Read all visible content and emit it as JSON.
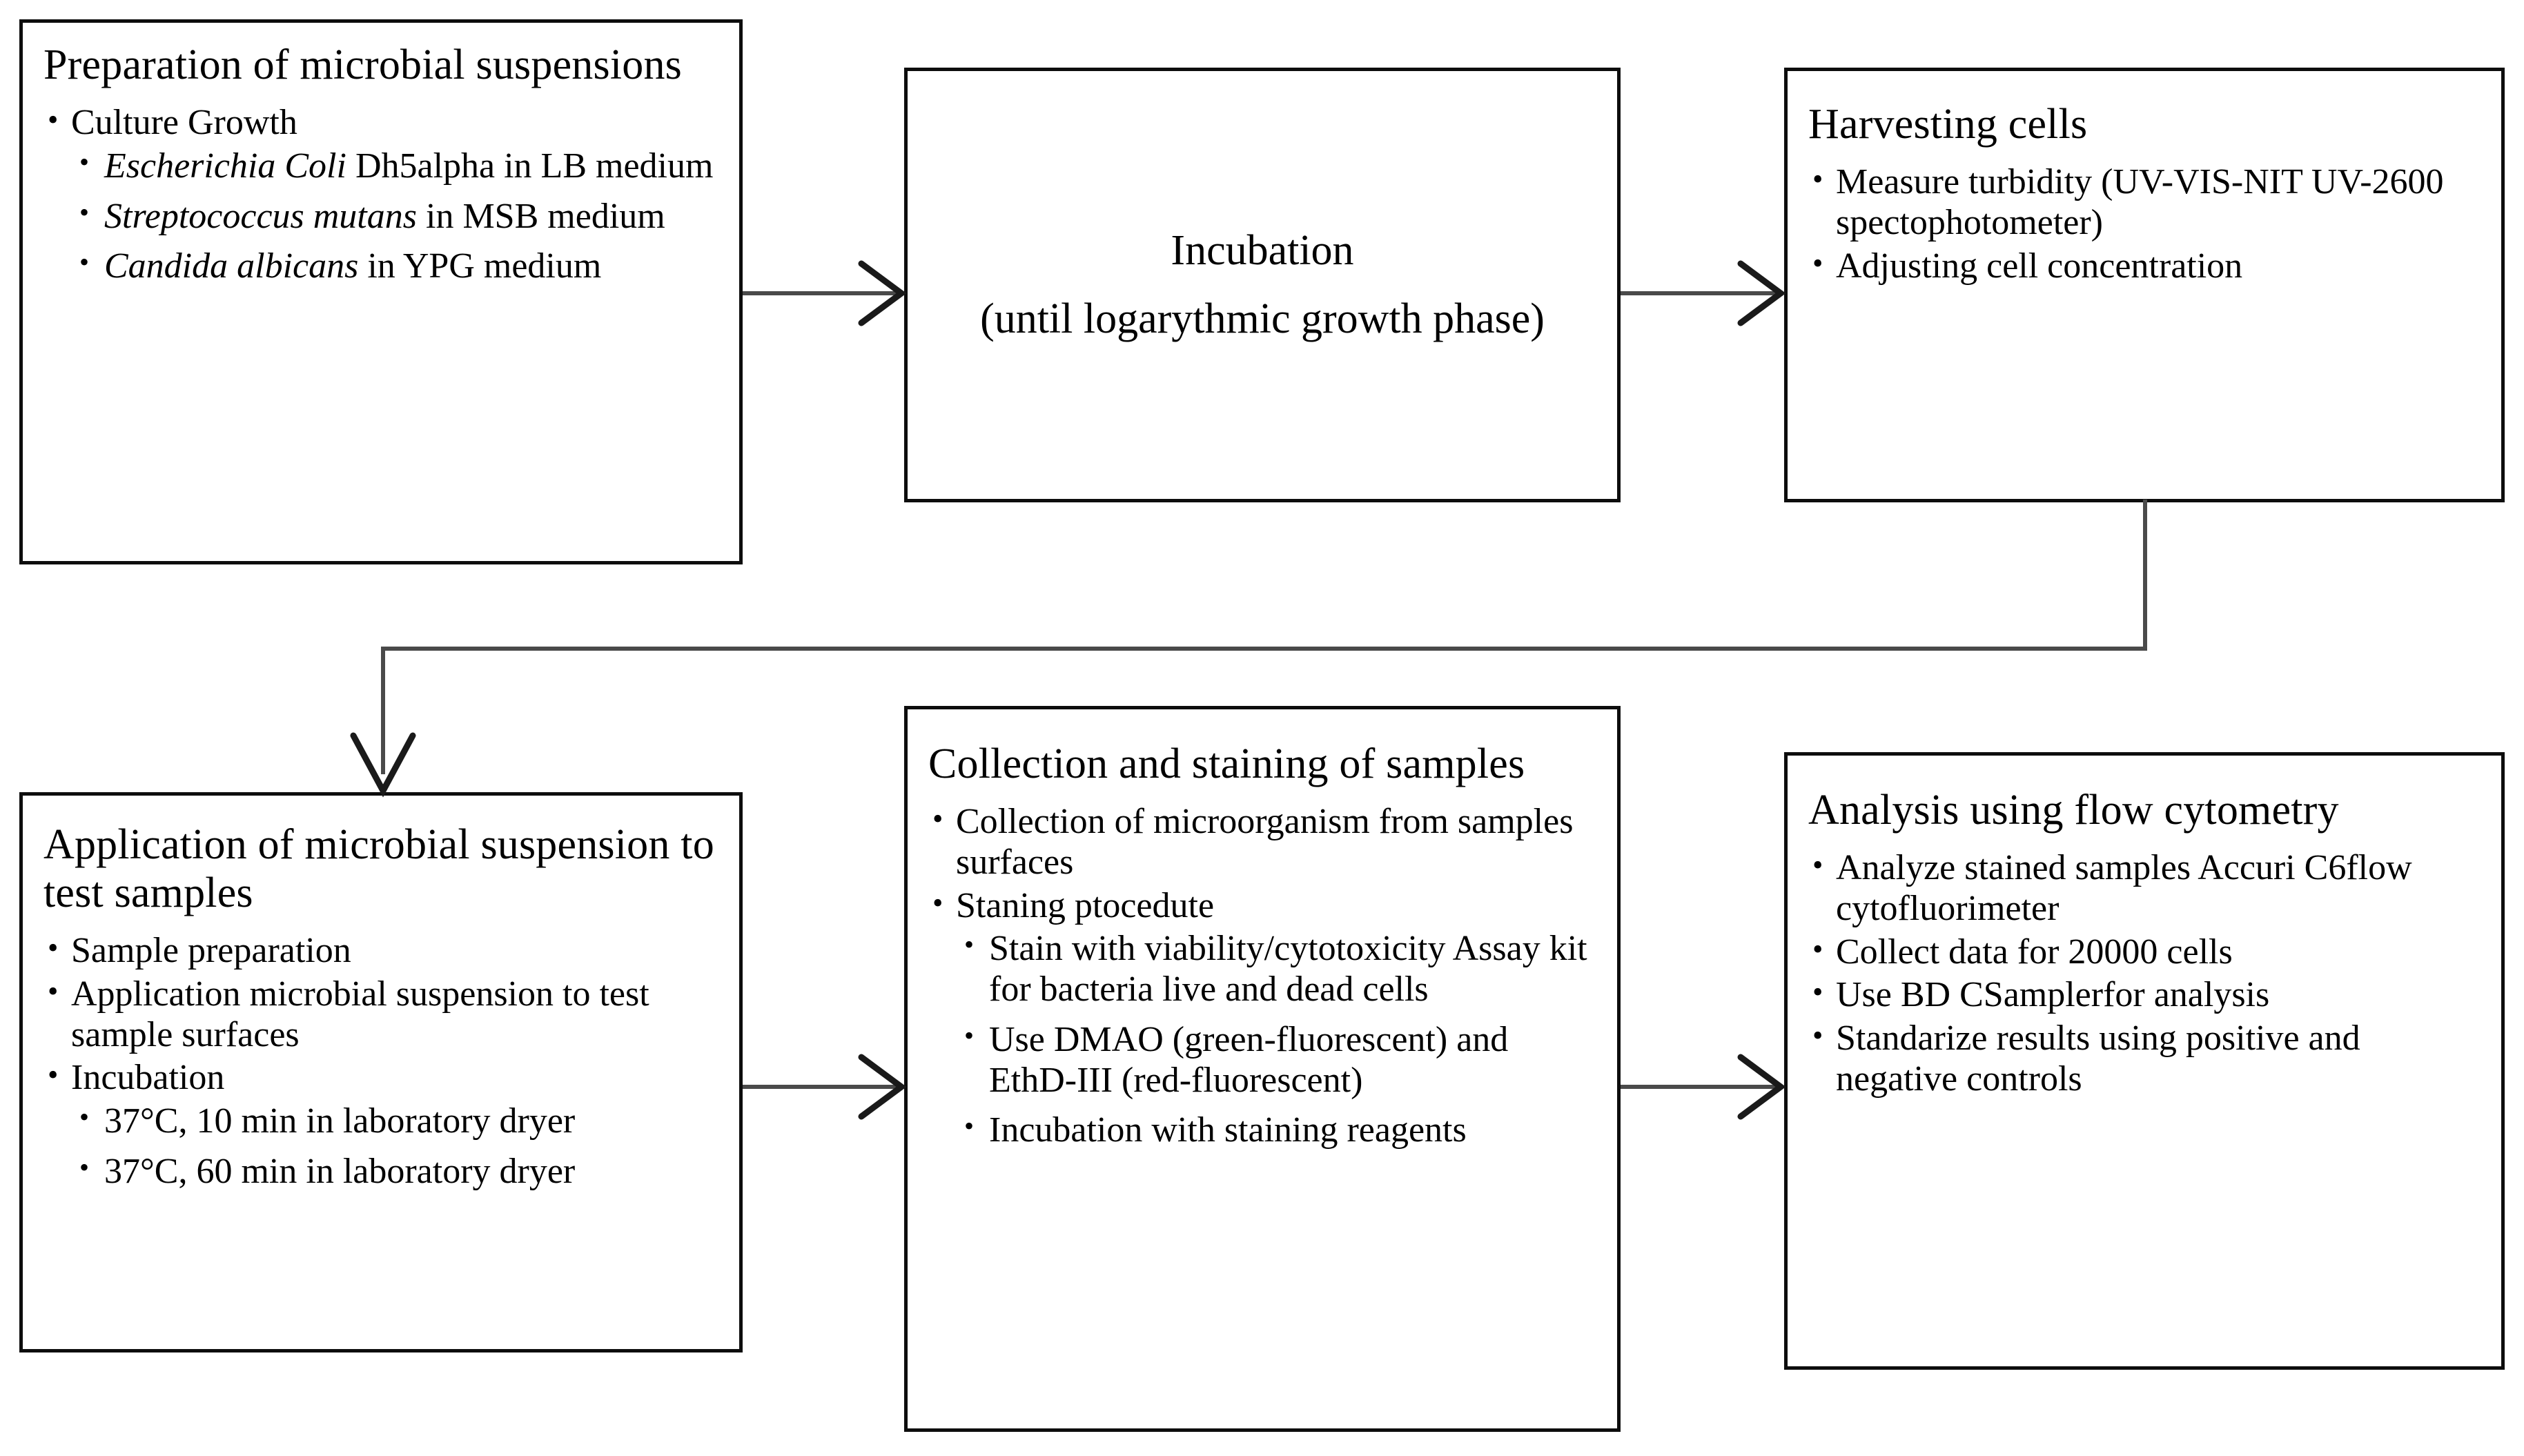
{
  "diagram": {
    "type": "flowchart",
    "orientation": "left-to-right, two rows, serpentine",
    "line_color": "#3a3a3a",
    "box_border_color": "#0d0d0d",
    "background": "#ffffff",
    "nodes": [
      {
        "id": "preparation",
        "title": "Preparation of microbial suspensions",
        "bullets": [
          {
            "level": 1,
            "text": "Culture Growth"
          },
          {
            "level": 2,
            "italic_prefix": "Escherichia Coli",
            "rest": " Dh5alpha in LB medium"
          },
          {
            "level": 2,
            "italic_prefix": "Streptococcus mutans",
            "rest": " in MSB medium"
          },
          {
            "level": 2,
            "italic_prefix": "Candida albicans",
            "rest": " in YPG medium"
          }
        ]
      },
      {
        "id": "incubation",
        "title": "",
        "centered_lines": [
          "Incubation",
          "(until logarythmic growth phase)"
        ]
      },
      {
        "id": "harvesting",
        "title": "Harvesting cells",
        "bullets": [
          {
            "level": 1,
            "text": "Measure turbidity (UV-VIS-NIT UV-2600 spectophotometer)"
          },
          {
            "level": 1,
            "text": "Adjusting cell concentration"
          }
        ]
      },
      {
        "id": "application",
        "title": "Application of microbial suspension to test samples",
        "bullets": [
          {
            "level": 1,
            "text": "Sample preparation"
          },
          {
            "level": 1,
            "text": "Application microbial suspension to test sample surfaces"
          },
          {
            "level": 1,
            "text": "Incubation"
          },
          {
            "level": 2,
            "text": "37°C, 10 min in laboratory dryer"
          },
          {
            "level": 2,
            "text": "37°C, 60 min in laboratory dryer"
          }
        ]
      },
      {
        "id": "collection",
        "title": "Collection and staining of samples",
        "bullets": [
          {
            "level": 1,
            "text": "Collection of microorganism from samples surfaces"
          },
          {
            "level": 1,
            "text": "Staning ptocedute"
          },
          {
            "level": 2,
            "text": "Stain with viability/cytotoxicity Assay kit for bacteria live and dead cells"
          },
          {
            "level": 2,
            "text": "Use DMAO (green-fluorescent) and EthD-III (red-fluorescent)"
          },
          {
            "level": 2,
            "text": "Incubation with staining reagents"
          }
        ]
      },
      {
        "id": "analysis",
        "title": "Analysis using flow cytometry",
        "bullets": [
          {
            "level": 1,
            "text": "Analyze stained samples Accuri C6flow cytofluorimeter"
          },
          {
            "level": 1,
            "text": "Collect data for 20000 cells"
          },
          {
            "level": 1,
            "text": "Use BD CSamplerfor analysis"
          },
          {
            "level": 1,
            "text": "Standarize results using positive and negative controls"
          }
        ]
      }
    ],
    "edges": [
      {
        "from": "preparation",
        "to": "incubation",
        "shape": "straight-right"
      },
      {
        "from": "incubation",
        "to": "harvesting",
        "shape": "straight-right"
      },
      {
        "from": "harvesting",
        "to": "application",
        "shape": "elbow-down-left-down"
      },
      {
        "from": "application",
        "to": "collection",
        "shape": "straight-right"
      },
      {
        "from": "collection",
        "to": "analysis",
        "shape": "straight-right"
      }
    ]
  },
  "boxes": {
    "preparation": {
      "title": "Preparation of microbial suspensions",
      "b0": "Culture Growth",
      "b1_i": "Escherichia Coli",
      "b1_r": " Dh5alpha in LB medium",
      "b2_i": "Streptococcus mutans",
      "b2_r": " in MSB medium",
      "b3_i": "Candida albicans",
      "b3_r": " in YPG medium"
    },
    "incubation": {
      "line1": "Incubation",
      "line2": "(until logarythmic growth phase)"
    },
    "harvesting": {
      "title": "Harvesting cells",
      "b0": "Measure turbidity (UV-VIS-NIT UV-2600 spectophotometer)",
      "b1": "Adjusting cell concentration"
    },
    "application": {
      "title": "Application of microbial suspension to test samples",
      "b0": "Sample preparation",
      "b1": "Application microbial suspension to test sample surfaces",
      "b2": "Incubation",
      "b3": "37°C, 10 min in laboratory dryer",
      "b4": "37°C, 60 min in laboratory dryer"
    },
    "collection": {
      "title": "Collection and staining of samples",
      "b0": "Collection of microorganism from samples surfaces",
      "b1": "Staning ptocedute",
      "b2": "Stain with viability/cytotoxicity Assay kit for bacteria live and dead cells",
      "b3": "Use DMAO (green-fluorescent) and EthD-III (red-fluorescent)",
      "b4": "Incubation with staining reagents"
    },
    "analysis": {
      "title": "Analysis using flow cytometry",
      "b0": "Analyze stained samples Accuri C6flow cytofluorimeter",
      "b1": "Collect data for 20000 cells",
      "b2": "Use BD CSamplerfor analysis",
      "b3": "Standarize results using positive and negative controls"
    }
  }
}
